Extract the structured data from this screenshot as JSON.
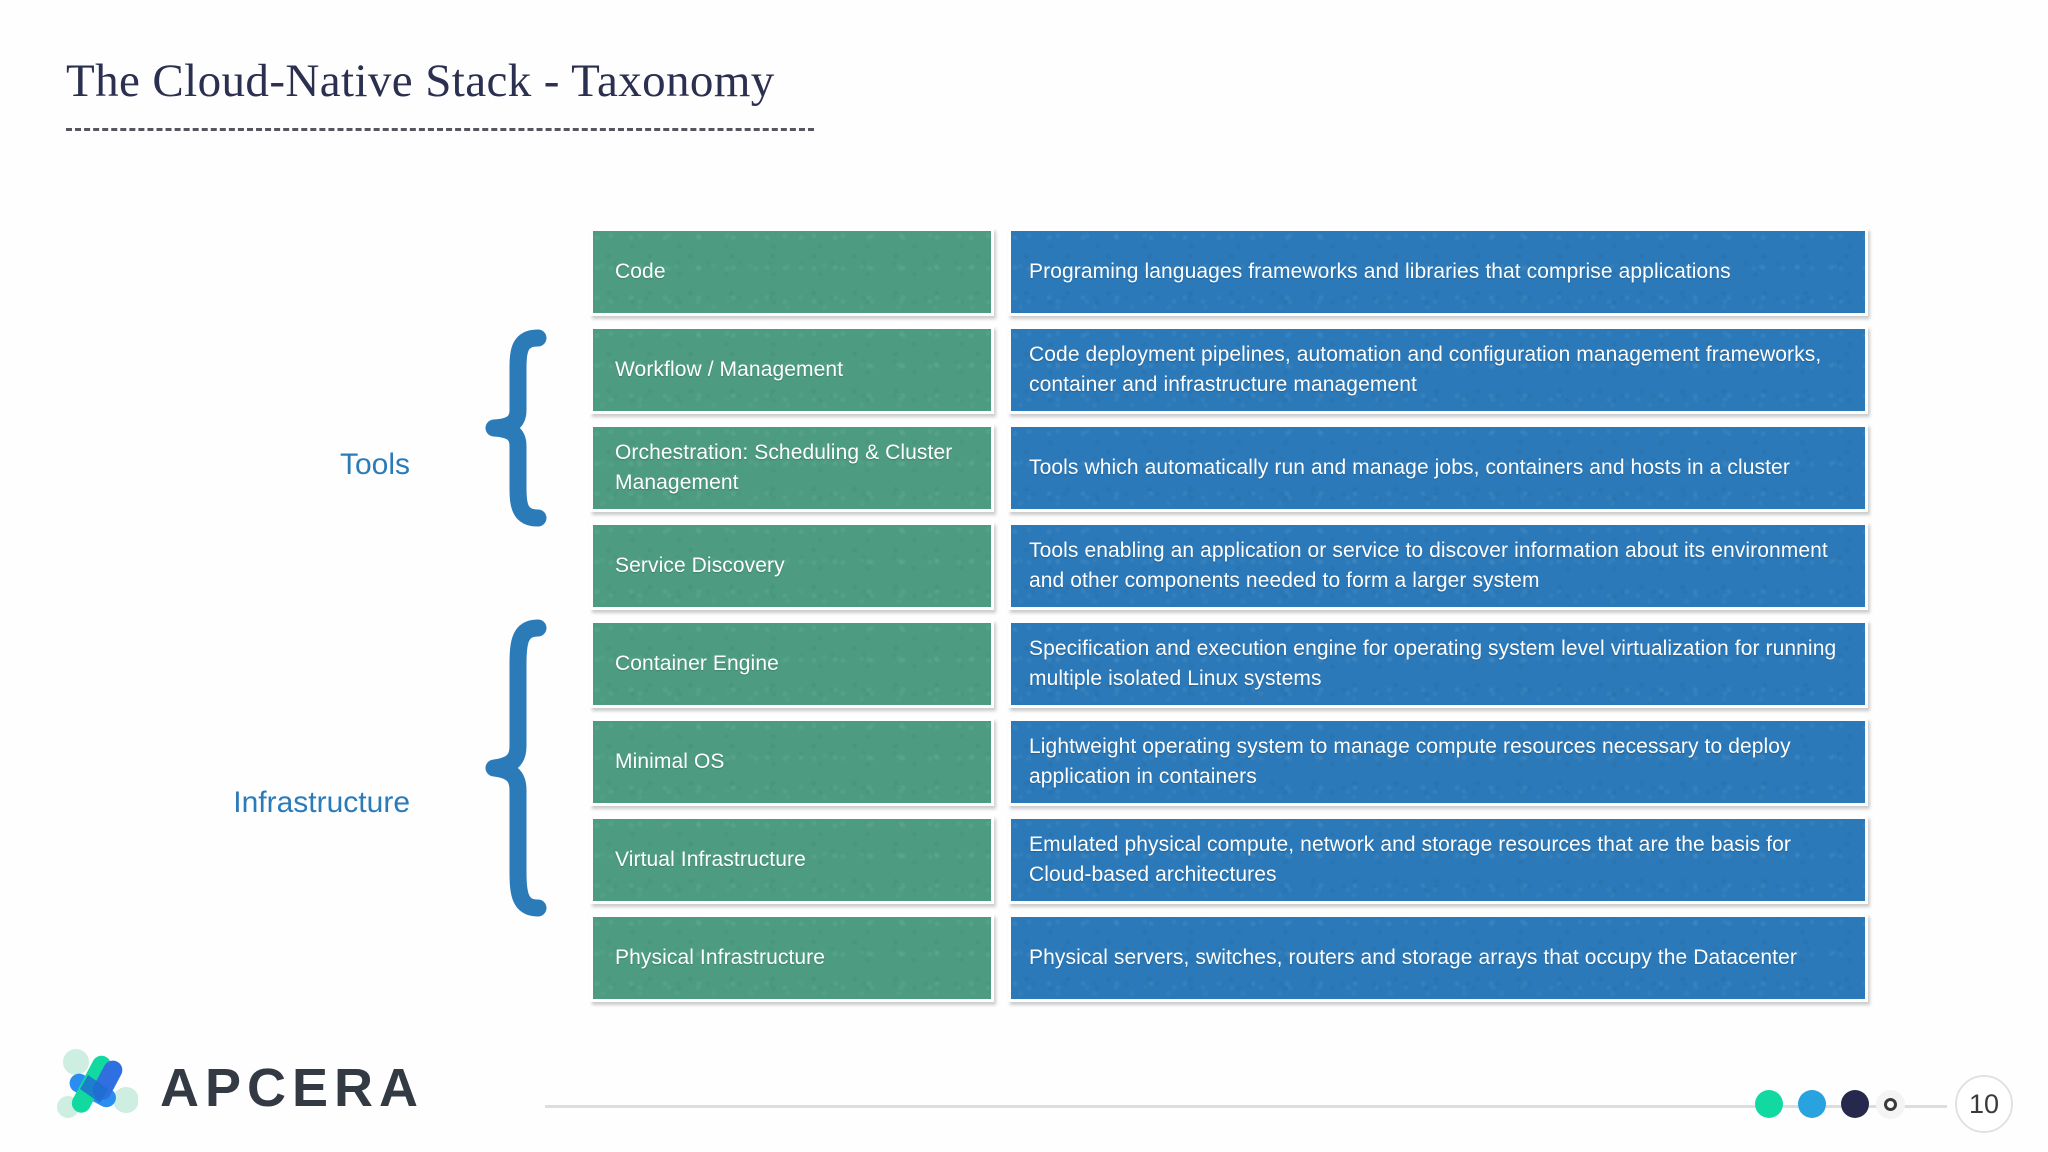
{
  "slide": {
    "title": "The Cloud-Native Stack - Taxonomy",
    "page_number": "10"
  },
  "groups": [
    {
      "id": "tools",
      "label": "Tools"
    },
    {
      "id": "infrastructure",
      "label": "Infrastructure"
    }
  ],
  "rows": [
    {
      "name": "Code",
      "description": "Programing languages frameworks and libraries that comprise applications"
    },
    {
      "name": "Workflow / Management",
      "description": "Code deployment pipelines, automation and configuration management frameworks, container and infrastructure management"
    },
    {
      "name": "Orchestration: Scheduling & Cluster Management",
      "description": "Tools which automatically run and manage jobs, containers and hosts in a cluster"
    },
    {
      "name": "Service Discovery",
      "description": "Tools enabling an application or service to discover information about its environment and other components needed to form a larger system"
    },
    {
      "name": "Container Engine",
      "description": "Specification and execution engine for operating system level virtualization for running multiple isolated Linux systems"
    },
    {
      "name": "Minimal OS",
      "description": "Lightweight operating system to manage compute resources necessary to deploy application in containers"
    },
    {
      "name": "Virtual Infrastructure",
      "description": "Emulated physical compute, network and storage resources that are the basis for Cloud-based architectures"
    },
    {
      "name": "Physical Infrastructure",
      "description": "Physical servers, switches, routers and storage arrays that occupy the Datacenter"
    }
  ],
  "footer": {
    "brand": "APCERA",
    "progress_dots": [
      "teal",
      "blue",
      "navy",
      "current"
    ]
  },
  "colors": {
    "name_box": "#4d9c82",
    "desc_box": "#2b79b8",
    "brace": "#2b7bb9",
    "group_label": "#2b7bb9",
    "title": "#2c3050",
    "dot_teal": "#12d9a0",
    "dot_blue": "#28a3e0",
    "dot_navy": "#26284e",
    "logo_word": "#333a44"
  }
}
